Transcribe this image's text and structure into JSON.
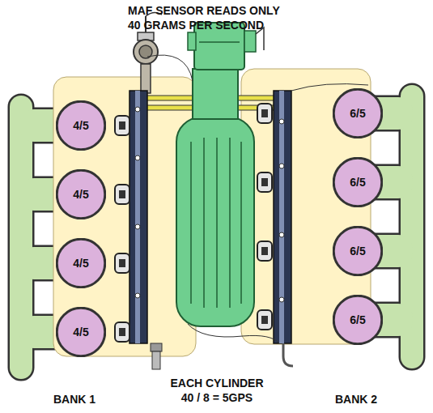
{
  "diagram": {
    "title": "MAF SENSOR READS ONLY 40 GRAMS PER SECOND",
    "nodes": [
      {
        "text": [
          "4/5"
        ]
      },
      {
        "text": [
          "4/5"
        ]
      },
      {
        "text": [
          "4/5"
        ]
      },
      {
        "text": [
          "4/5"
        ]
      },
      {
        "text": [
          "6/5"
        ]
      },
      {
        "text": [
          "6/5"
        ]
      },
      {
        "text": [
          "6/5"
        ]
      },
      {
        "text": [
          "6/5"
        ]
      }
    ],
    "labels": [
      "EACH CYLINDER 40 / 8 = 5GPS",
      "BANK 1",
      "BANK 2"
    ]
  }
}
